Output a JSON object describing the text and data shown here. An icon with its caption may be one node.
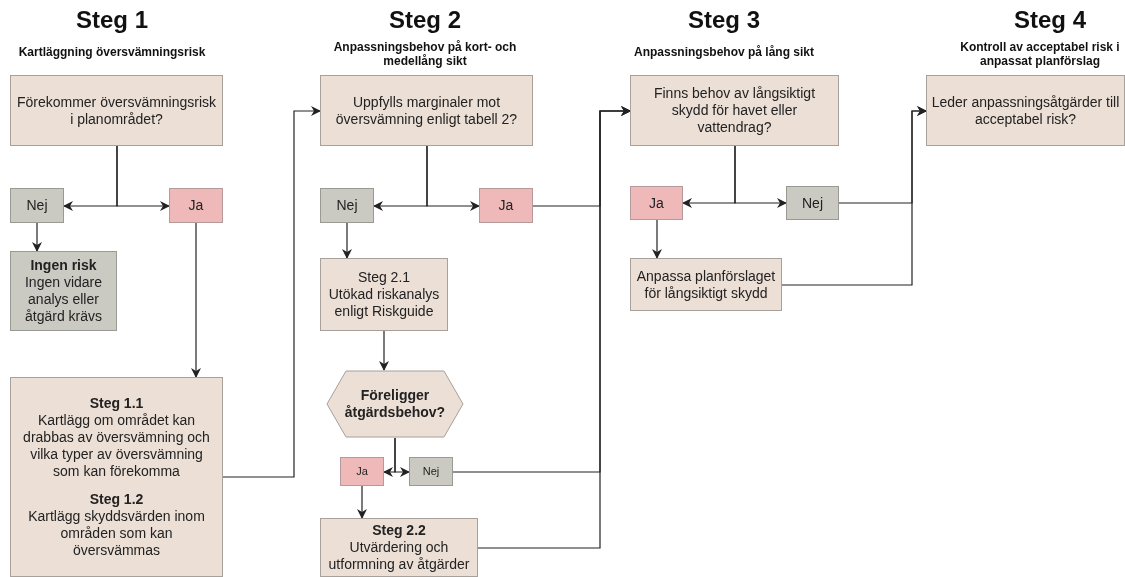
{
  "diagram": {
    "nodes": [
      {
        "text": [
          "Förekommer översvämningsrisk i planområdet?"
        ]
      },
      {
        "text": [
          "Nej"
        ]
      },
      {
        "text": [
          "Ja"
        ]
      },
      {
        "text": [
          "Ingen risk",
          "Ingen vidare analys eller åtgärd krävs"
        ]
      },
      {
        "text": [
          "Steg 1.1",
          "Kartlägg om området kan drabbas av översvämning och vilka typer av översvämning som kan förekomma",
          "Steg 1.2",
          "Kartlägg skyddsvärden inom områden som kan översvämmas"
        ]
      },
      {
        "text": [
          "Uppfylls marginaler mot översvämning enligt tabell 2?"
        ]
      },
      {
        "text": [
          "Nej"
        ]
      },
      {
        "text": [
          "Ja"
        ]
      },
      {
        "text": [
          "Steg 2.1",
          "Utökad riskanalys enligt Riskguide"
        ]
      },
      {
        "text": [
          "Föreligger åtgärdsbehov?"
        ]
      },
      {
        "text": [
          "Ja"
        ]
      },
      {
        "text": [
          "Nej"
        ]
      },
      {
        "text": [
          "Steg 2.2",
          "Utvärdering och utformning av åtgärder"
        ]
      },
      {
        "text": [
          "Finns behov av långsiktigt skydd för havet eller vattendrag?"
        ]
      },
      {
        "text": [
          "Ja"
        ]
      },
      {
        "text": [
          "Nej"
        ]
      },
      {
        "text": [
          "Anpassa planförslaget för långsiktigt skydd"
        ]
      },
      {
        "text": [
          "Leder anpassningsåtgärder till acceptabel risk?"
        ]
      }
    ],
    "edges": [
      {
        "from": 0,
        "to": 1,
        "arrow": "to"
      },
      {
        "from": 0,
        "to": 2,
        "arrow": "to"
      },
      {
        "from": 1,
        "to": 3,
        "arrow": "to"
      },
      {
        "from": 2,
        "to": 4,
        "arrow": "to"
      },
      {
        "from": 4,
        "to": 5,
        "arrow": "to"
      },
      {
        "from": 5,
        "to": 6,
        "arrow": "to"
      },
      {
        "from": 5,
        "to": 7,
        "arrow": "to"
      },
      {
        "from": 6,
        "to": 8,
        "arrow": "to"
      },
      {
        "from": 7,
        "to": 13,
        "arrow": "to"
      },
      {
        "from": 8,
        "to": 9,
        "arrow": "to"
      },
      {
        "from": 9,
        "to": 10,
        "arrow": "to"
      },
      {
        "from": 9,
        "to": 11,
        "arrow": "to"
      },
      {
        "from": 10,
        "to": 12,
        "arrow": "to"
      },
      {
        "from": 11,
        "to": 13,
        "arrow": "to"
      },
      {
        "from": 12,
        "to": 13,
        "arrow": "to"
      },
      {
        "from": 13,
        "to": 14,
        "arrow": "to"
      },
      {
        "from": 13,
        "to": 15,
        "arrow": "to"
      },
      {
        "from": 14,
        "to": 16,
        "arrow": "to"
      },
      {
        "from": 15,
        "to": 17,
        "arrow": "to"
      },
      {
        "from": 16,
        "to": 17,
        "arrow": "to"
      }
    ],
    "labels": [
      "Steg 1",
      "Steg 2",
      "Steg 3",
      "Steg 4",
      "Kartläggning översvämningsrisk",
      "Anpassningsbehov på kort- och medellång sikt",
      "Anpassningsbehov på lång sikt",
      "Kontroll av acceptabel risk i anpassat planförslag"
    ]
  }
}
